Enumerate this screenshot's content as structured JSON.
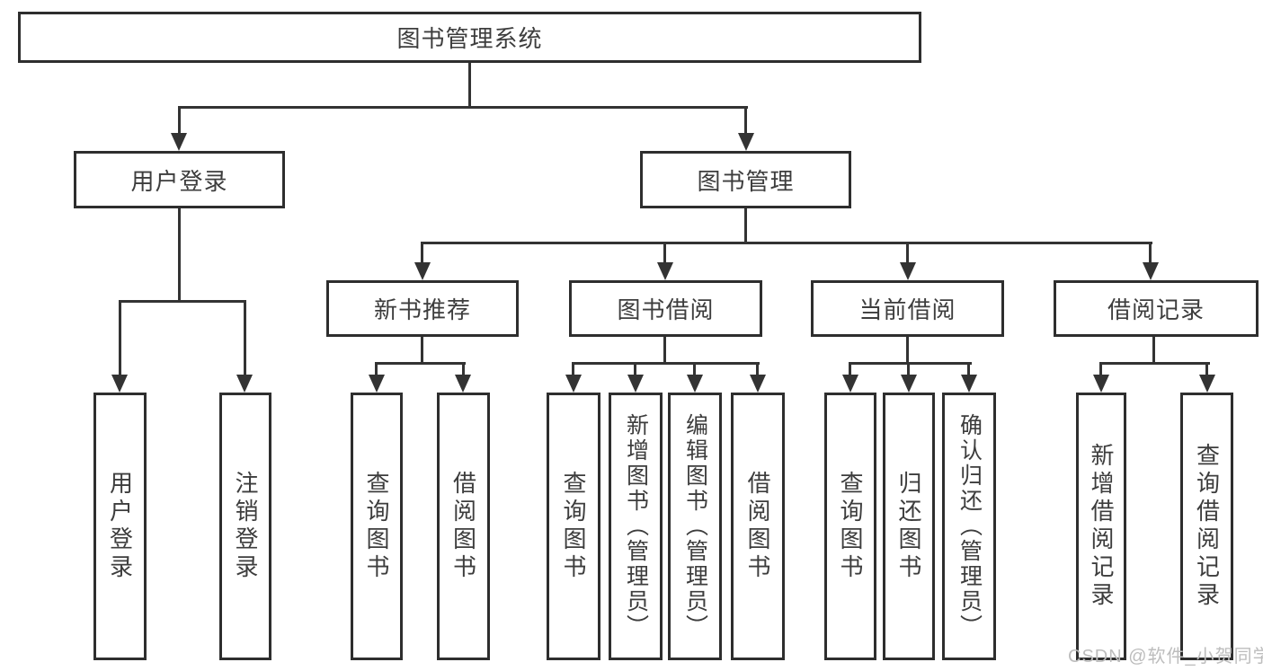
{
  "diagram": {
    "root": {
      "label": "图书管理系统"
    },
    "level2": [
      {
        "label": "用户登录"
      },
      {
        "label": "图书管理"
      }
    ],
    "level3": [
      {
        "label": "新书推荐"
      },
      {
        "label": "图书借阅"
      },
      {
        "label": "当前借阅"
      },
      {
        "label": "借阅记录"
      }
    ],
    "leaves": {
      "user_login": [
        "用户登录",
        "注销登录"
      ],
      "new_book_recommend": [
        "查询图书",
        "借阅图书"
      ],
      "book_borrow": [
        "查询图书",
        "新增图书（管理员）",
        "编辑图书（管理员）",
        "借阅图书"
      ],
      "current_borrow": [
        "查询图书",
        "归还图书",
        "确认归还（管理员）"
      ],
      "borrow_records": [
        "新增借阅记录",
        "查询借阅记录"
      ]
    }
  },
  "watermark": {
    "text": "CSDN @软件_小贺同学"
  },
  "colors": {
    "line": "#333333",
    "box_border": "#2e2e2e",
    "text": "#3d3d3d",
    "background": "#ffffff",
    "watermark": "#bdbdbd"
  }
}
